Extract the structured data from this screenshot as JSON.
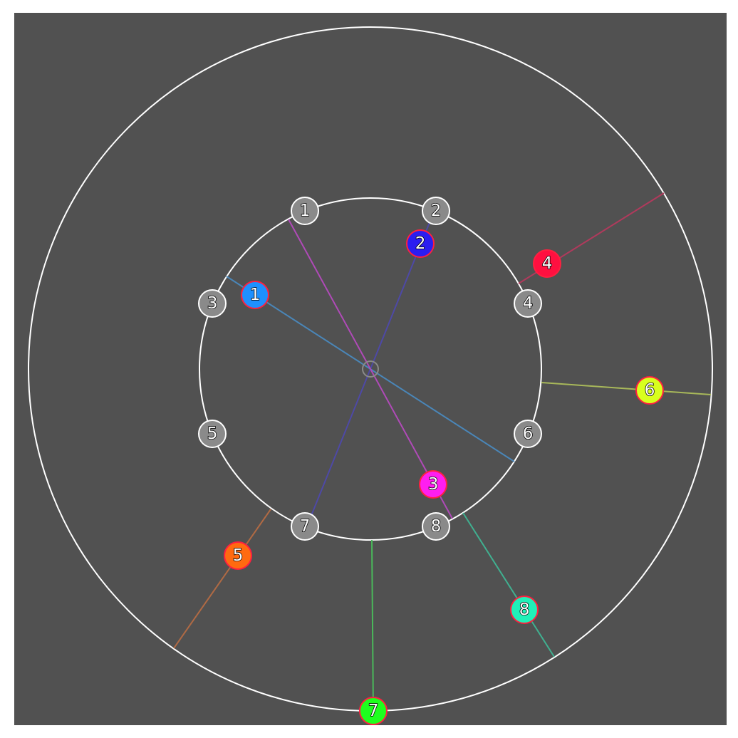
{
  "background": "#515151",
  "ring_color": "#ffffff",
  "inner_markers": [
    {
      "label": "1"
    },
    {
      "label": "2"
    },
    {
      "label": "3"
    },
    {
      "label": "4"
    },
    {
      "label": "5"
    },
    {
      "label": "6"
    },
    {
      "label": "7"
    },
    {
      "label": "8"
    }
  ],
  "lines": [
    {
      "label": "1",
      "color": "#1e90ff",
      "line_color": "#4a86b8"
    },
    {
      "label": "2",
      "color": "#2b1df0",
      "line_color": "#4e49a6"
    },
    {
      "label": "3",
      "color": "#ff1ef0",
      "line_color": "#b04ab8"
    },
    {
      "label": "4",
      "color": "#ff1040",
      "line_color": "#b03a5c"
    },
    {
      "label": "5",
      "color": "#ff6a10",
      "line_color": "#b06a44"
    },
    {
      "label": "6",
      "color": "#d8ff1e",
      "line_color": "#a8b85a"
    },
    {
      "label": "7",
      "color": "#1eff1e",
      "line_color": "#4ab85a"
    },
    {
      "label": "8",
      "color": "#20f0b8",
      "line_color": "#40b090"
    }
  ]
}
